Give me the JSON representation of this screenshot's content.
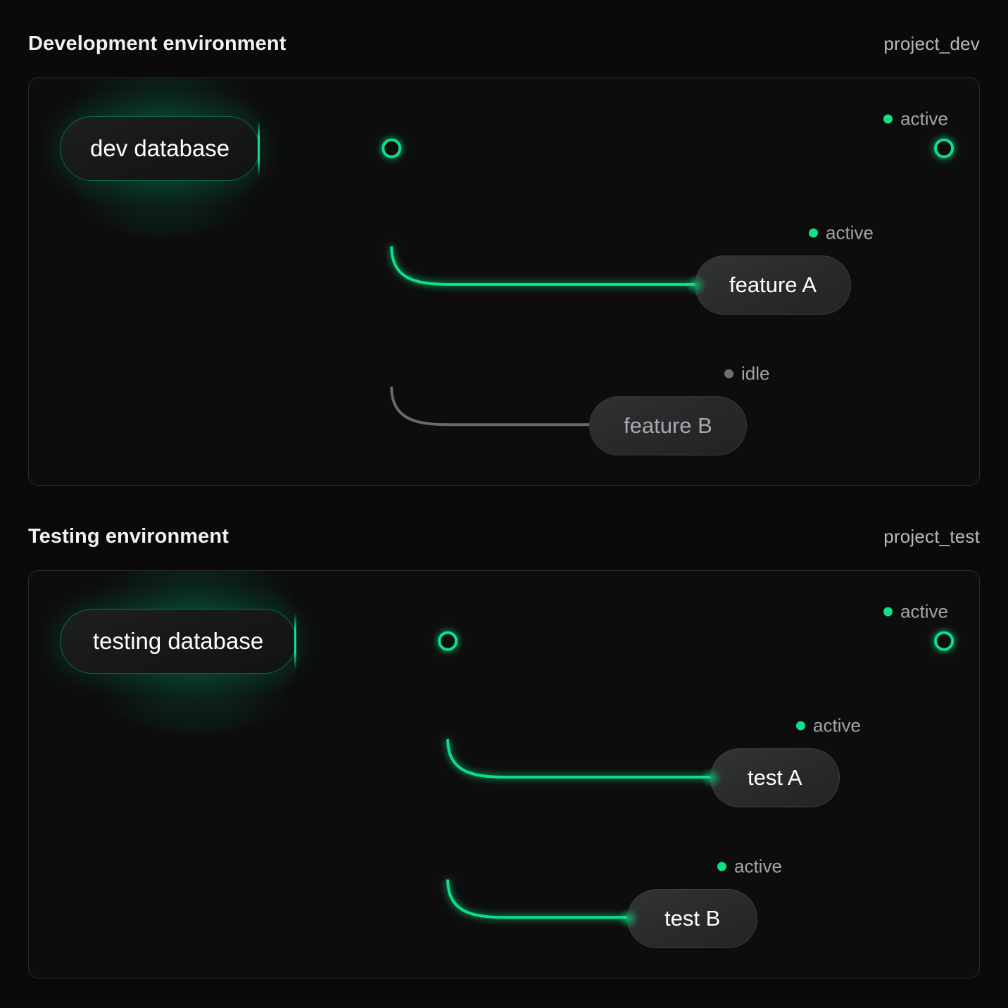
{
  "theme": {
    "background": "#0a0a0b",
    "panel_bg": "#0d0d0e",
    "panel_border": "#2a2a2c",
    "accent_active": "#0fe08a",
    "accent_idle": "#6e6e75",
    "text_primary": "#ffffff",
    "text_muted": "#a3a3a9"
  },
  "sections": [
    {
      "title": "Development environment",
      "subtitle": "project_dev",
      "source": {
        "label": "dev database",
        "status": "active"
      },
      "endpoint_status": "active",
      "nodes": [
        {
          "label": "feature A",
          "status": "active",
          "status_label": "active"
        },
        {
          "label": "feature B",
          "status": "idle",
          "status_label": "idle"
        }
      ]
    },
    {
      "title": "Testing environment",
      "subtitle": "project_test",
      "source": {
        "label": "testing database",
        "status": "active"
      },
      "endpoint_status": "active",
      "nodes": [
        {
          "label": "test A",
          "status": "active",
          "status_label": "active"
        },
        {
          "label": "test B",
          "status": "active",
          "status_label": "active"
        }
      ]
    }
  ],
  "status_labels": {
    "active": "active",
    "idle": "idle"
  }
}
